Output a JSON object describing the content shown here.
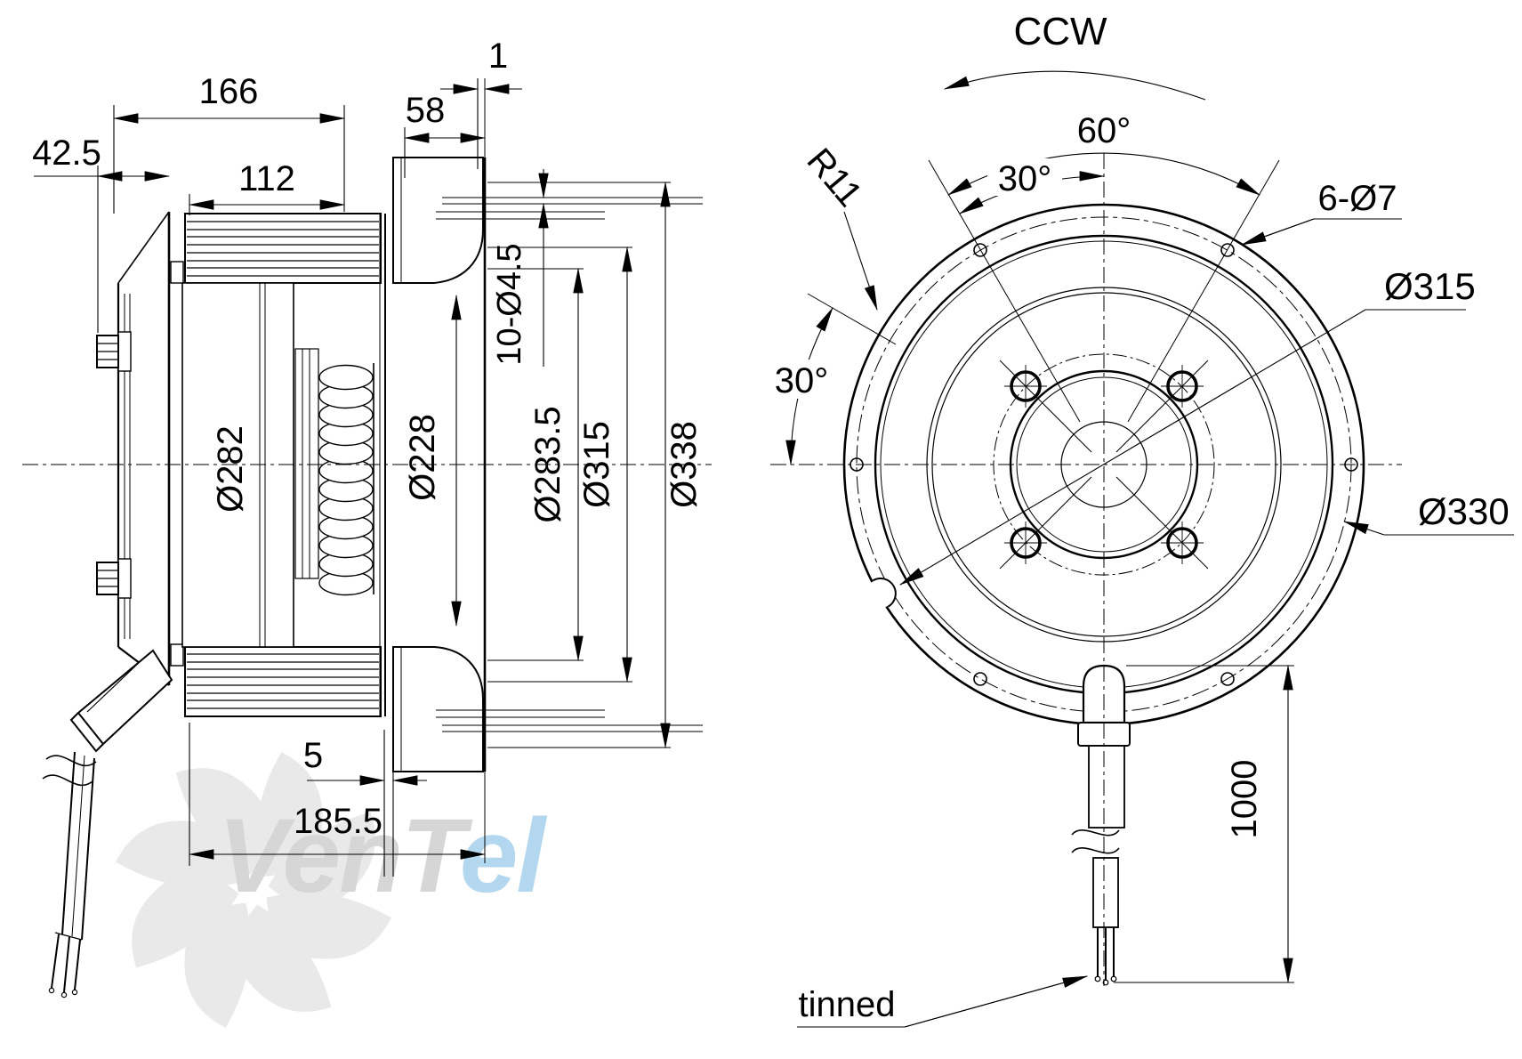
{
  "title": "Centrifugal fan technical drawing",
  "colors": {
    "line": "#000000",
    "watermark_gray": "#d6d6d6",
    "watermark_blue": "#b4d7f0",
    "watermark_petal": "#e9e9e9"
  },
  "left_view": {
    "dim_offset": "42.5",
    "dim_total_depth": "166",
    "dim_motor_depth": "112",
    "dim_inlet_depth": "58",
    "dim_gap": "1",
    "label_front_holes": "10-Ø4.5",
    "dia_rotor": "Ø282",
    "dia_inlet": "Ø228",
    "dia_hole_circle": "Ø283.5",
    "dia_inlet_ring": "Ø315",
    "dia_flange": "Ø338",
    "dim_lip": "5",
    "dim_overall": "185.5"
  },
  "right_view": {
    "rotation": "CCW",
    "angle_span": "60°",
    "angle_step": "30°",
    "angle_notch": "30°",
    "notch_radius": "R11",
    "label_flange_holes": "6-Ø7",
    "dia_inner_flange": "Ø315",
    "dia_bolt_circle": "Ø330",
    "cable_length": "1000",
    "wire_label": "tinned"
  },
  "watermark": {
    "gray": "VenT",
    "blue": "el"
  }
}
